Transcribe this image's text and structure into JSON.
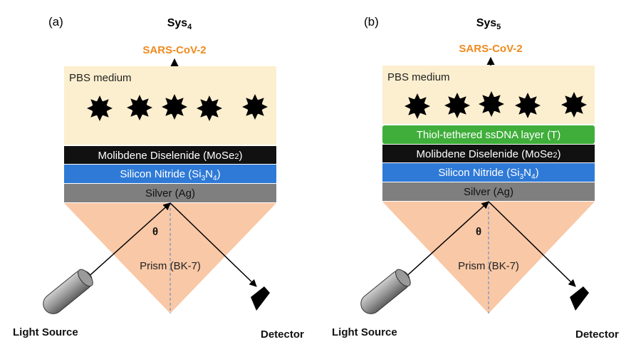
{
  "panels": [
    {
      "id": "a",
      "letter": "(a)",
      "system_base": "Sys",
      "system_sub": "4",
      "analyte": "SARS-CoV-2",
      "medium": "PBS medium",
      "layers": [
        {
          "key": "mose2",
          "text": "Molibdene Diselenide (MoSe",
          "sub": "2",
          "suffix": ")",
          "color": "#111111",
          "text_color": "#ffffff"
        },
        {
          "key": "si3n4",
          "text_a": "Silicon Nitride (Si",
          "sub1": "3",
          "text_b": "N",
          "sub2": "4",
          "suffix": ")",
          "color": "#2f7ad6",
          "text_color": "#ffffff"
        },
        {
          "key": "ag",
          "text": "Silver (Ag)",
          "color": "#7f7f7f",
          "text_color": "#111111"
        }
      ],
      "angle": "θ",
      "prism": "Prism (BK-7)",
      "light_source": "Light Source",
      "detector": "Detector"
    },
    {
      "id": "b",
      "letter": "(b)",
      "system_base": "Sys",
      "system_sub": "5",
      "analyte": "SARS-CoV-2",
      "medium": "PBS medium",
      "layers": [
        {
          "key": "ssdna",
          "text": "Thiol-tethered ssDNA layer (T)",
          "color": "#3fae3a",
          "text_color": "#ffffff"
        },
        {
          "key": "mose2",
          "text": "Molibdene Diselenide (MoSe",
          "sub": "2",
          "suffix": ")",
          "color": "#111111",
          "text_color": "#ffffff"
        },
        {
          "key": "si3n4",
          "text_a": "Silicon Nitride (Si",
          "sub1": "3",
          "text_b": "N",
          "sub2": "4",
          "suffix": ")",
          "color": "#2f7ad6",
          "text_color": "#ffffff"
        },
        {
          "key": "ag",
          "text": "Silver (Ag)",
          "color": "#7f7f7f",
          "text_color": "#111111"
        }
      ],
      "angle": "θ",
      "prism": "Prism (BK-7)",
      "light_source": "Light Source",
      "detector": "Detector"
    }
  ],
  "colors": {
    "medium_fill": "#fcefcf",
    "prism_fill": "#f9c8a6",
    "analyte_text": "#ef8a1e",
    "beam": "#000000",
    "normal_line": "#6f8fc9",
    "virus": "#000000"
  }
}
